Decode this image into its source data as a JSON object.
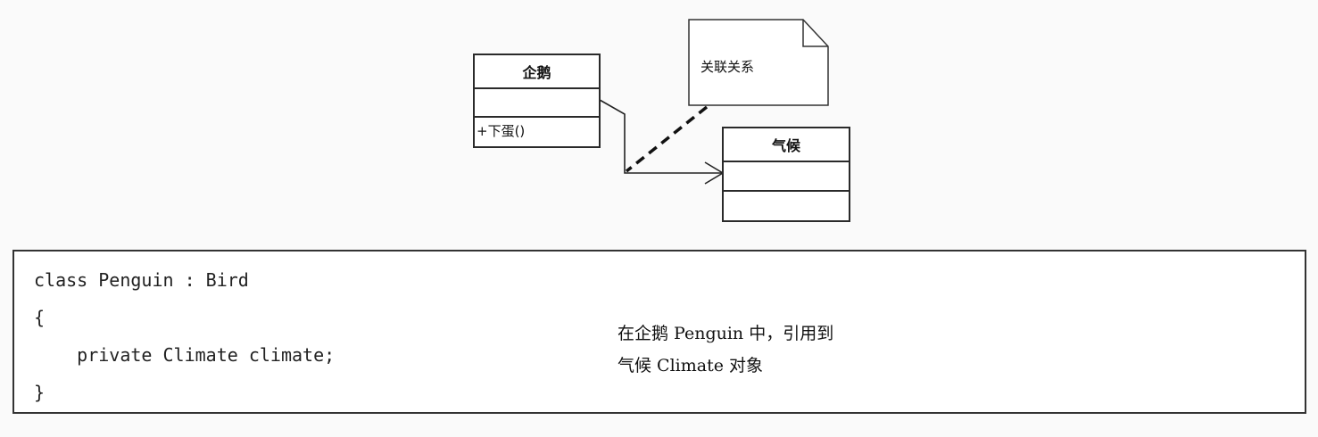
{
  "diagram": {
    "note_label": "关联关系",
    "penguin_class": {
      "name": "企鹅",
      "operation": "+下蛋()"
    },
    "climate_class": {
      "name": "气候"
    }
  },
  "code": {
    "line1": "class Penguin : Bird",
    "line2": "{",
    "line3": "    private Climate climate;",
    "line4": "}"
  },
  "callout": {
    "line1": "在企鹅 Penguin 中，引用到",
    "line2": "气候 Climate 对象"
  }
}
